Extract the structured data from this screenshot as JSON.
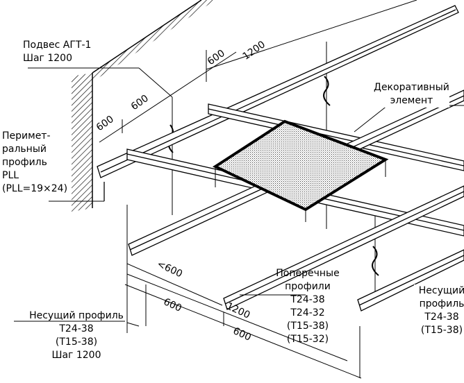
{
  "labels": {
    "hanger": [
      "Подвес АГТ-1",
      "Шаг 1200"
    ],
    "perimeter": [
      "Перимет-",
      "ральный",
      "профиль",
      "PLL",
      "(PLL=19×24)"
    ],
    "decorative": [
      "Декоративный",
      "элемент"
    ],
    "cross": [
      "Поперечные",
      "профили",
      "T24-38",
      "T24-32",
      "(T15-38)",
      "(T15-32)"
    ],
    "main_left": [
      "Несущий профиль",
      "T24-38",
      "(T15-38)",
      "Шаг 1200"
    ],
    "main_right": [
      "Несущий",
      "профиль",
      "T24-38",
      "(T15-38)"
    ]
  },
  "dimensions": {
    "top_600_a": "600",
    "top_600_b": "600",
    "top_600_c": "600",
    "top_1200": "1200",
    "bottom_lt600": "<600",
    "bottom_600_a": "600",
    "bottom_1200": "1200",
    "bottom_600_b": "600"
  }
}
